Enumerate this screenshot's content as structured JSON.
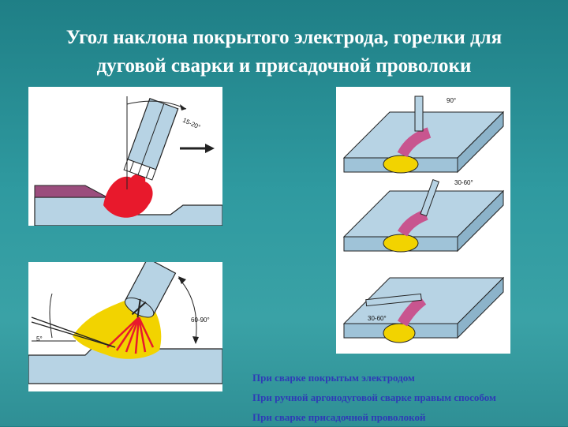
{
  "slide": {
    "title_line1": "Угол наклона покрытого электрода, горелки для",
    "title_line2": "дуговой сварки и присадочной проволоки"
  },
  "diagrams": {
    "electrode": {
      "angle_label": "15-20°"
    },
    "wire": {
      "angle_wire": "5°",
      "angle_torch": "60-90°"
    },
    "plates": {
      "angle_top": "90°",
      "angle_mid": "30-60°",
      "angle_bottom": "30-60°"
    }
  },
  "captions": [
    "При сварке покрытым электродом",
    "При ручной аргонодуговой сварке правым способом",
    "При сварке присадочной проволокой"
  ],
  "colors": {
    "background": "#2f9aa0",
    "title_text": "#ffffff",
    "caption_text": "#2e3bb6",
    "plate": "#b7d3e4",
    "flame_red": "#e8192c",
    "weld_yellow": "#f2d300",
    "weld_pink": "#c8558f"
  }
}
